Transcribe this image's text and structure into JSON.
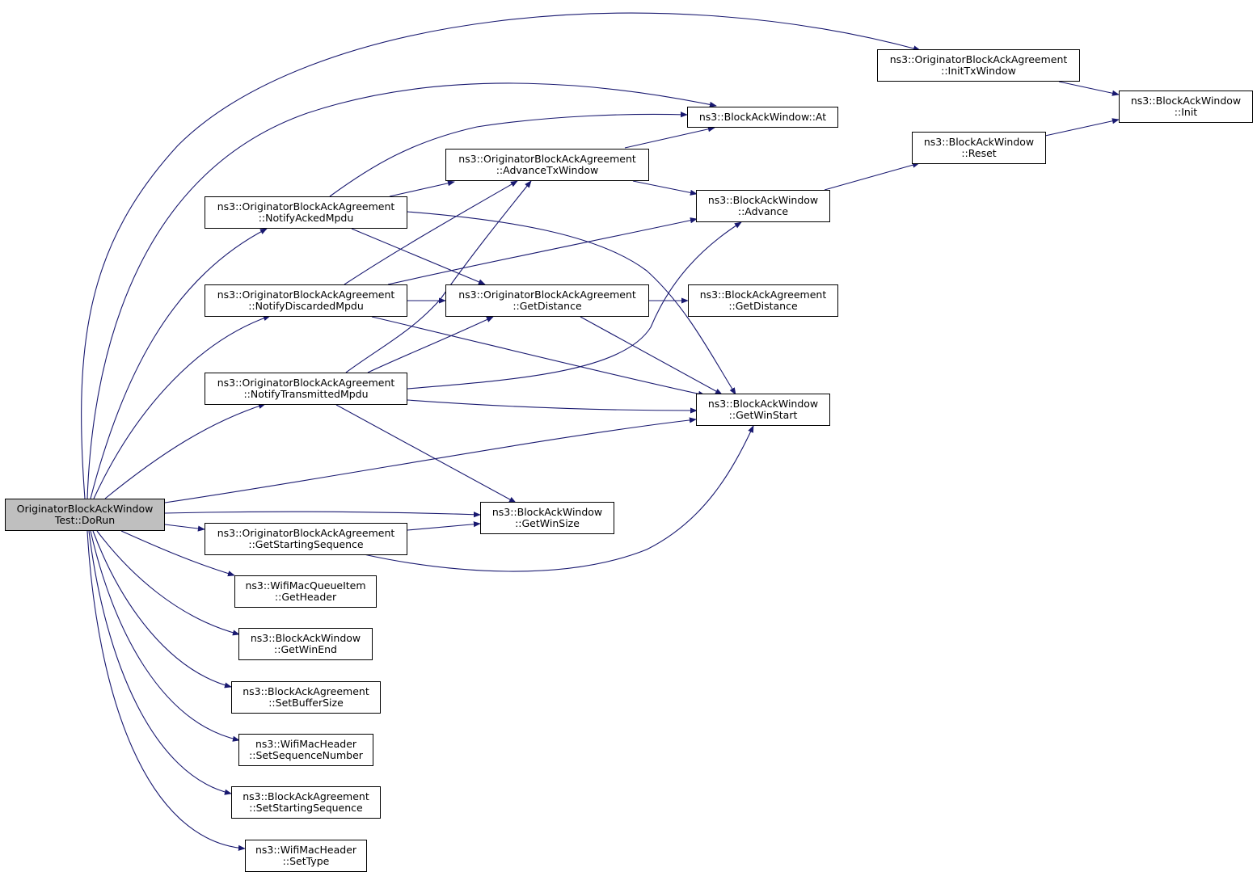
{
  "diagram": {
    "edge_color": "#191970",
    "root_fill": "#bfbfbf",
    "nodes": {
      "root": {
        "line1": "OriginatorBlockAckWindow",
        "line2": "Test::DoRun"
      },
      "oba_inittxwindow": {
        "line1": "ns3::OriginatorBlockAckAgreement",
        "line2": "::InitTxWindow"
      },
      "baw_init": {
        "line1": "ns3::BlockAckWindow",
        "line2": "::Init"
      },
      "baw_at": {
        "line1": "ns3::BlockAckWindow::At",
        "line2": ""
      },
      "baw_reset": {
        "line1": "ns3::BlockAckWindow",
        "line2": "::Reset"
      },
      "oba_advancetxwindow": {
        "line1": "ns3::OriginatorBlockAckAgreement",
        "line2": "::AdvanceTxWindow"
      },
      "oba_notifyackedmpdu": {
        "line1": "ns3::OriginatorBlockAckAgreement",
        "line2": "::NotifyAckedMpdu"
      },
      "baw_advance": {
        "line1": "ns3::BlockAckWindow",
        "line2": "::Advance"
      },
      "oba_notifydiscardedmpdu": {
        "line1": "ns3::OriginatorBlockAckAgreement",
        "line2": "::NotifyDiscardedMpdu"
      },
      "oba_getdistance": {
        "line1": "ns3::OriginatorBlockAckAgreement",
        "line2": "::GetDistance"
      },
      "ba_getdistance": {
        "line1": "ns3::BlockAckAgreement",
        "line2": "::GetDistance"
      },
      "oba_notifytransmittedmpdu": {
        "line1": "ns3::OriginatorBlockAckAgreement",
        "line2": "::NotifyTransmittedMpdu"
      },
      "baw_getwinstart": {
        "line1": "ns3::BlockAckWindow",
        "line2": "::GetWinStart"
      },
      "baw_getwinsize": {
        "line1": "ns3::BlockAckWindow",
        "line2": "::GetWinSize"
      },
      "oba_getstartingsequence": {
        "line1": "ns3::OriginatorBlockAckAgreement",
        "line2": "::GetStartingSequence"
      },
      "wmqi_getheader": {
        "line1": "ns3::WifiMacQueueItem",
        "line2": "::GetHeader"
      },
      "baw_getwinend": {
        "line1": "ns3::BlockAckWindow",
        "line2": "::GetWinEnd"
      },
      "ba_setbuffersize": {
        "line1": "ns3::BlockAckAgreement",
        "line2": "::SetBufferSize"
      },
      "wmh_setsequencenumber": {
        "line1": "ns3::WifiMacHeader",
        "line2": "::SetSequenceNumber"
      },
      "ba_setstartingsequence": {
        "line1": "ns3::BlockAckAgreement",
        "line2": "::SetStartingSequence"
      },
      "wmh_settype": {
        "line1": "ns3::WifiMacHeader",
        "line2": "::SetType"
      }
    }
  }
}
